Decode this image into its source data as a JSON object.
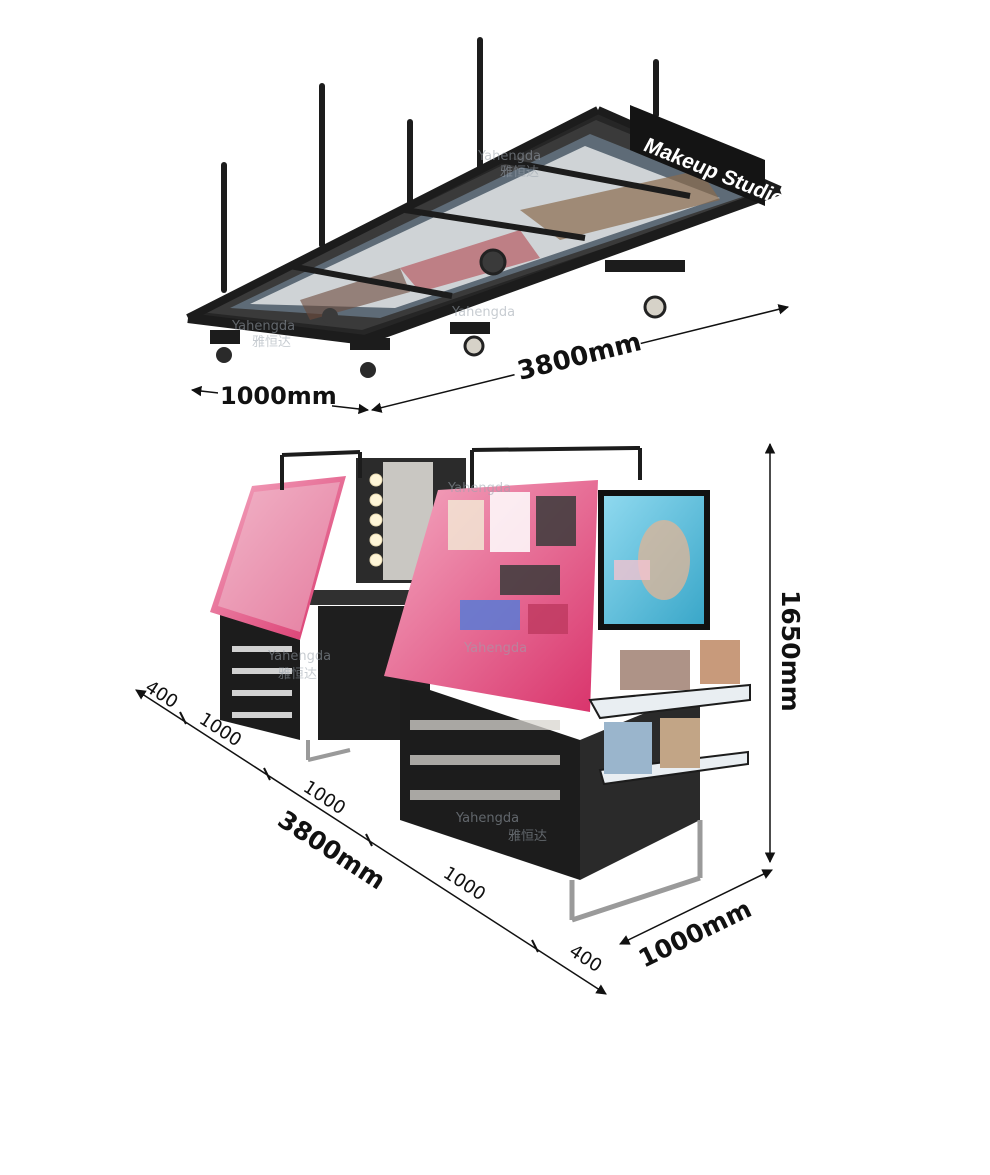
{
  "top_unit": {
    "sign_text": "Makeup Studio",
    "depth_label": "1000mm",
    "length_label": "3800mm"
  },
  "bottom_unit": {
    "height_label": "1650mm",
    "length_label": "3800mm",
    "depth_label": "1000mm",
    "segments": [
      "400",
      "1000",
      "1000",
      "1000",
      "400"
    ]
  },
  "watermark": {
    "latin": "Yahengda",
    "chinese": "雅恒达"
  },
  "colors": {
    "frame": "#1c1c1c",
    "pink": "#e8497a",
    "light": "#f2f0ec",
    "dim_line": "#111111"
  }
}
